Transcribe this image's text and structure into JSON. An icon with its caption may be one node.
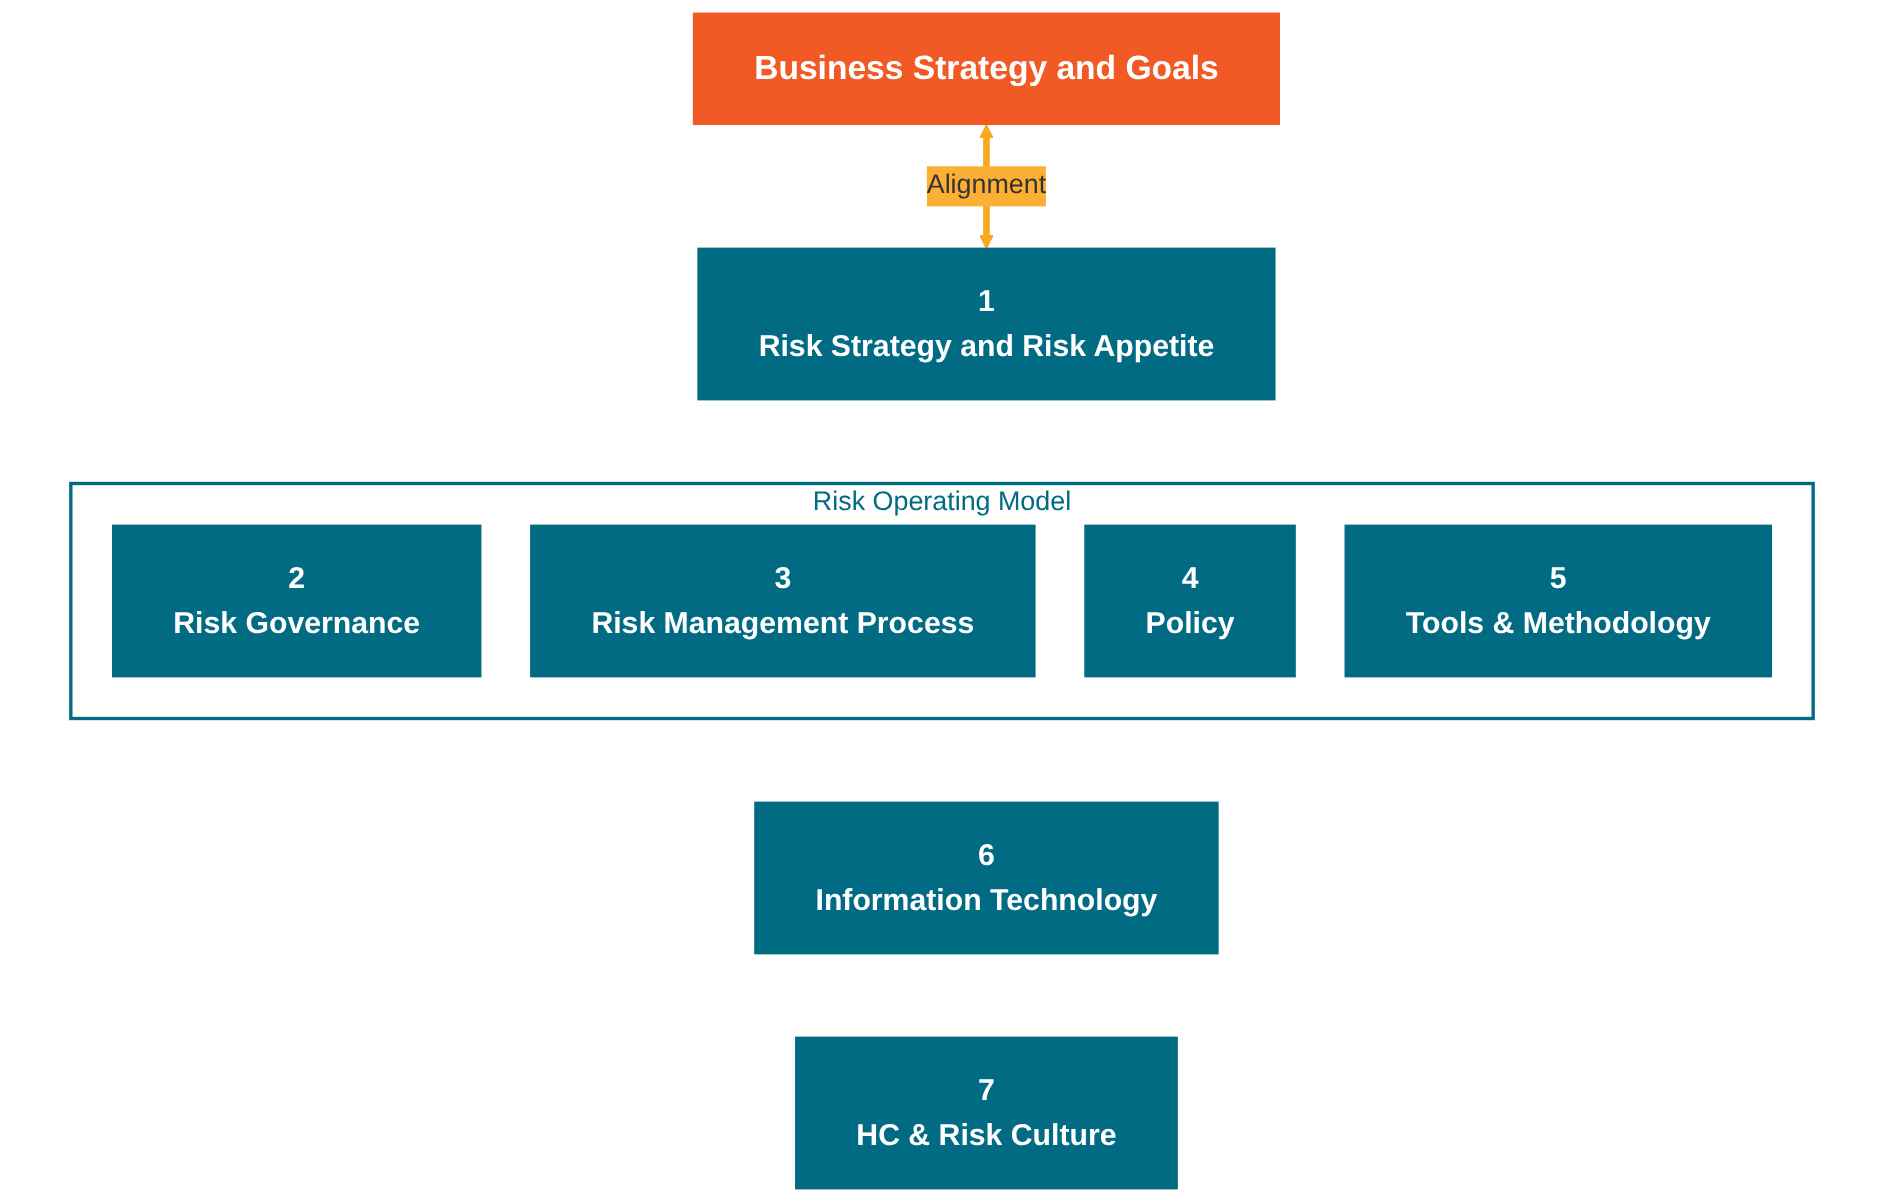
{
  "diagram": {
    "nodes": [
      {
        "text": [
          "Business Strategy and Goals"
        ]
      },
      {
        "text": [
          "1",
          "Risk Strategy and Risk Appetite"
        ]
      },
      {
        "text": [
          "Risk Operating Model"
        ]
      },
      {
        "text": [
          "2",
          "Risk Governance"
        ],
        "in": 2
      },
      {
        "text": [
          "3",
          "Risk Management Process"
        ],
        "in": 2
      },
      {
        "text": [
          "4",
          "Policy"
        ],
        "in": 2
      },
      {
        "text": [
          "5",
          "Tools & Methodology"
        ],
        "in": 2
      },
      {
        "text": [
          "6",
          "Information Technology"
        ]
      },
      {
        "text": [
          "7",
          "HC & Risk Culture"
        ]
      }
    ],
    "edges": [
      {
        "from": 0,
        "to": 1,
        "arrow": "both",
        "label": "Alignment"
      }
    ]
  }
}
